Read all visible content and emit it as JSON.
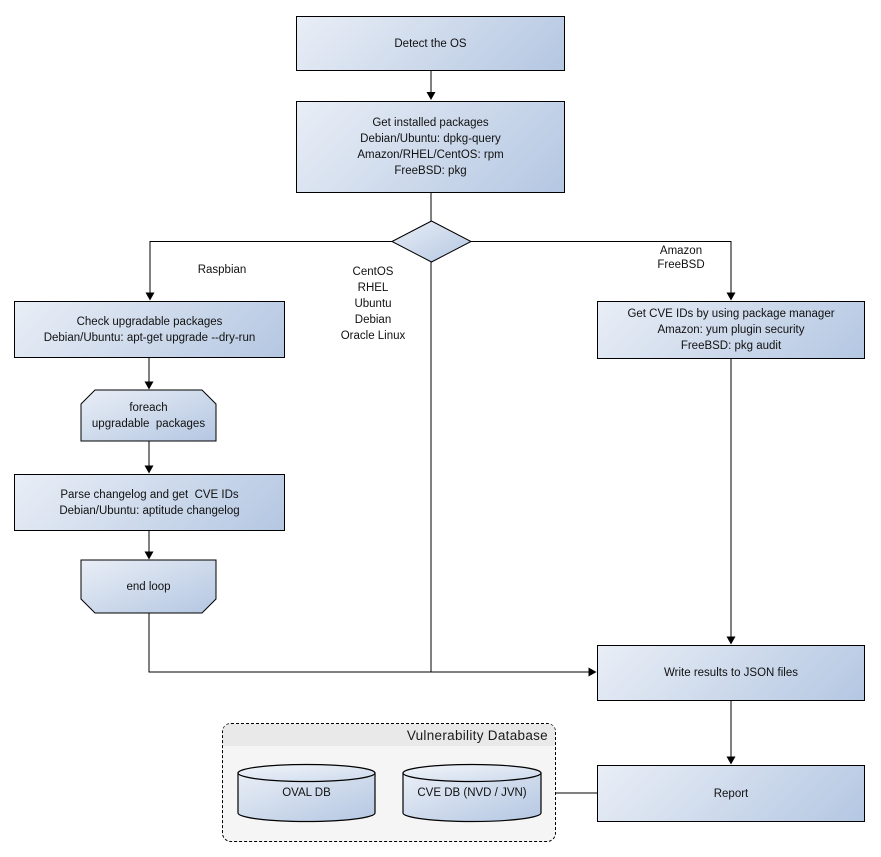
{
  "diagram": {
    "type": "flowchart",
    "nodes": {
      "detect_os": "Detect the OS",
      "get_installed_packages": "Get installed packages\nDebian/Ubuntu: dpkg-query\nAmazon/RHEL/CentOS: rpm\nFreeBSD: pkg",
      "check_upgradable": "Check upgradable packages\nDebian/Ubuntu: apt-get upgrade --dry-run",
      "foreach_loop": "foreach\nupgradable  packages",
      "parse_changelog": "Parse changelog and get  CVE IDs\nDebian/Ubuntu: aptitude changelog",
      "end_loop": "end loop",
      "get_cve_ids": "Get CVE IDs by using package manager\nAmazon: yum plugin security\nFreeBSD: pkg audit",
      "write_results": "Write results to JSON files",
      "report": "Report"
    },
    "branch_labels": {
      "left": "Raspbian",
      "middle": "CentOS\nRHEL\nUbuntu\nDebian\nOracle Linux",
      "right": "Amazon\nFreeBSD"
    },
    "database": {
      "title": "Vulnerability Database",
      "cylinders": {
        "oval": "OVAL DB",
        "cve": "CVE DB (NVD / JVN)"
      }
    },
    "edges": [
      {
        "from": "detect_os",
        "to": "get_installed_packages",
        "arrow": true
      },
      {
        "from": "get_installed_packages",
        "to": "os_decision",
        "arrow": false
      },
      {
        "from": "os_decision",
        "to": "check_upgradable",
        "label": "Raspbian",
        "arrow": true
      },
      {
        "from": "os_decision",
        "to": "write_results",
        "label": "CentOS RHEL Ubuntu Debian Oracle Linux",
        "arrow": true
      },
      {
        "from": "os_decision",
        "to": "get_cve_ids",
        "label": "Amazon FreeBSD",
        "arrow": true
      },
      {
        "from": "check_upgradable",
        "to": "foreach_loop",
        "arrow": true
      },
      {
        "from": "foreach_loop",
        "to": "parse_changelog",
        "arrow": true
      },
      {
        "from": "parse_changelog",
        "to": "end_loop",
        "arrow": true
      },
      {
        "from": "end_loop",
        "to": "write_results",
        "arrow": true
      },
      {
        "from": "get_cve_ids",
        "to": "write_results",
        "arrow": true
      },
      {
        "from": "write_results",
        "to": "report",
        "arrow": true
      },
      {
        "from": "cve_db",
        "to": "report",
        "arrow": false
      }
    ],
    "colors": {
      "node_gradient_start": "#e9eef6",
      "node_gradient_end": "#b4c7e2",
      "node_border": "#000000",
      "connector": "#000000",
      "container_fill": "#f5f5f5",
      "container_header_fill": "#e9e9e9",
      "background": "#ffffff"
    }
  }
}
